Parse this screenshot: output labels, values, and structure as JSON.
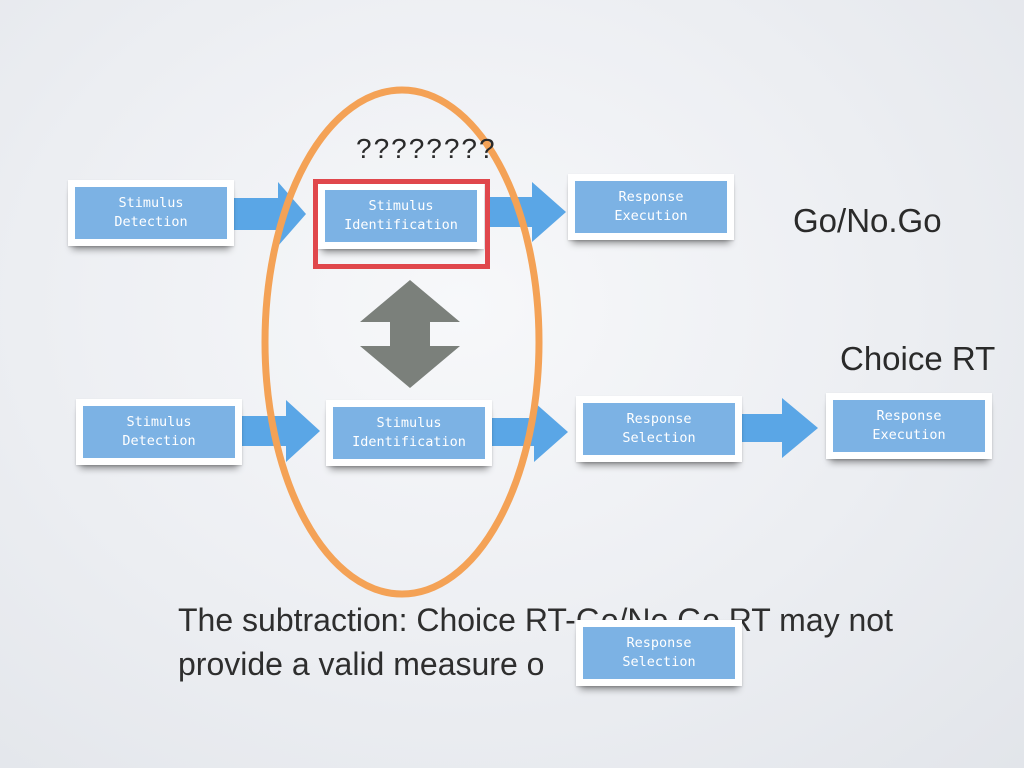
{
  "annotations": {
    "question_marks": "????????",
    "go_nogo_label": "Go/No.Go",
    "choice_rt_label": "Choice RT"
  },
  "top_row": {
    "stimulus_detection": "Stimulus\nDetection",
    "stimulus_identification": "Stimulus\nIdentification",
    "response_execution": "Response\nExecution"
  },
  "bottom_row": {
    "stimulus_detection": "Stimulus\nDetection",
    "stimulus_identification": "Stimulus\nIdentification",
    "response_selection": "Response\nSelection",
    "response_execution": "Response\nExecution"
  },
  "caption": {
    "text": "The subtraction: Choice RT-Go/No.Go RT may not provide a valid measure o",
    "overlay_card": "Response\nSelection"
  },
  "colors": {
    "box_fill": "#7cb2e4",
    "arrow_fill": "#5aa6e6",
    "ellipse_stroke": "#f4a256",
    "highlight_stroke": "#e0474c",
    "double_arrow_fill": "#7b807b"
  }
}
